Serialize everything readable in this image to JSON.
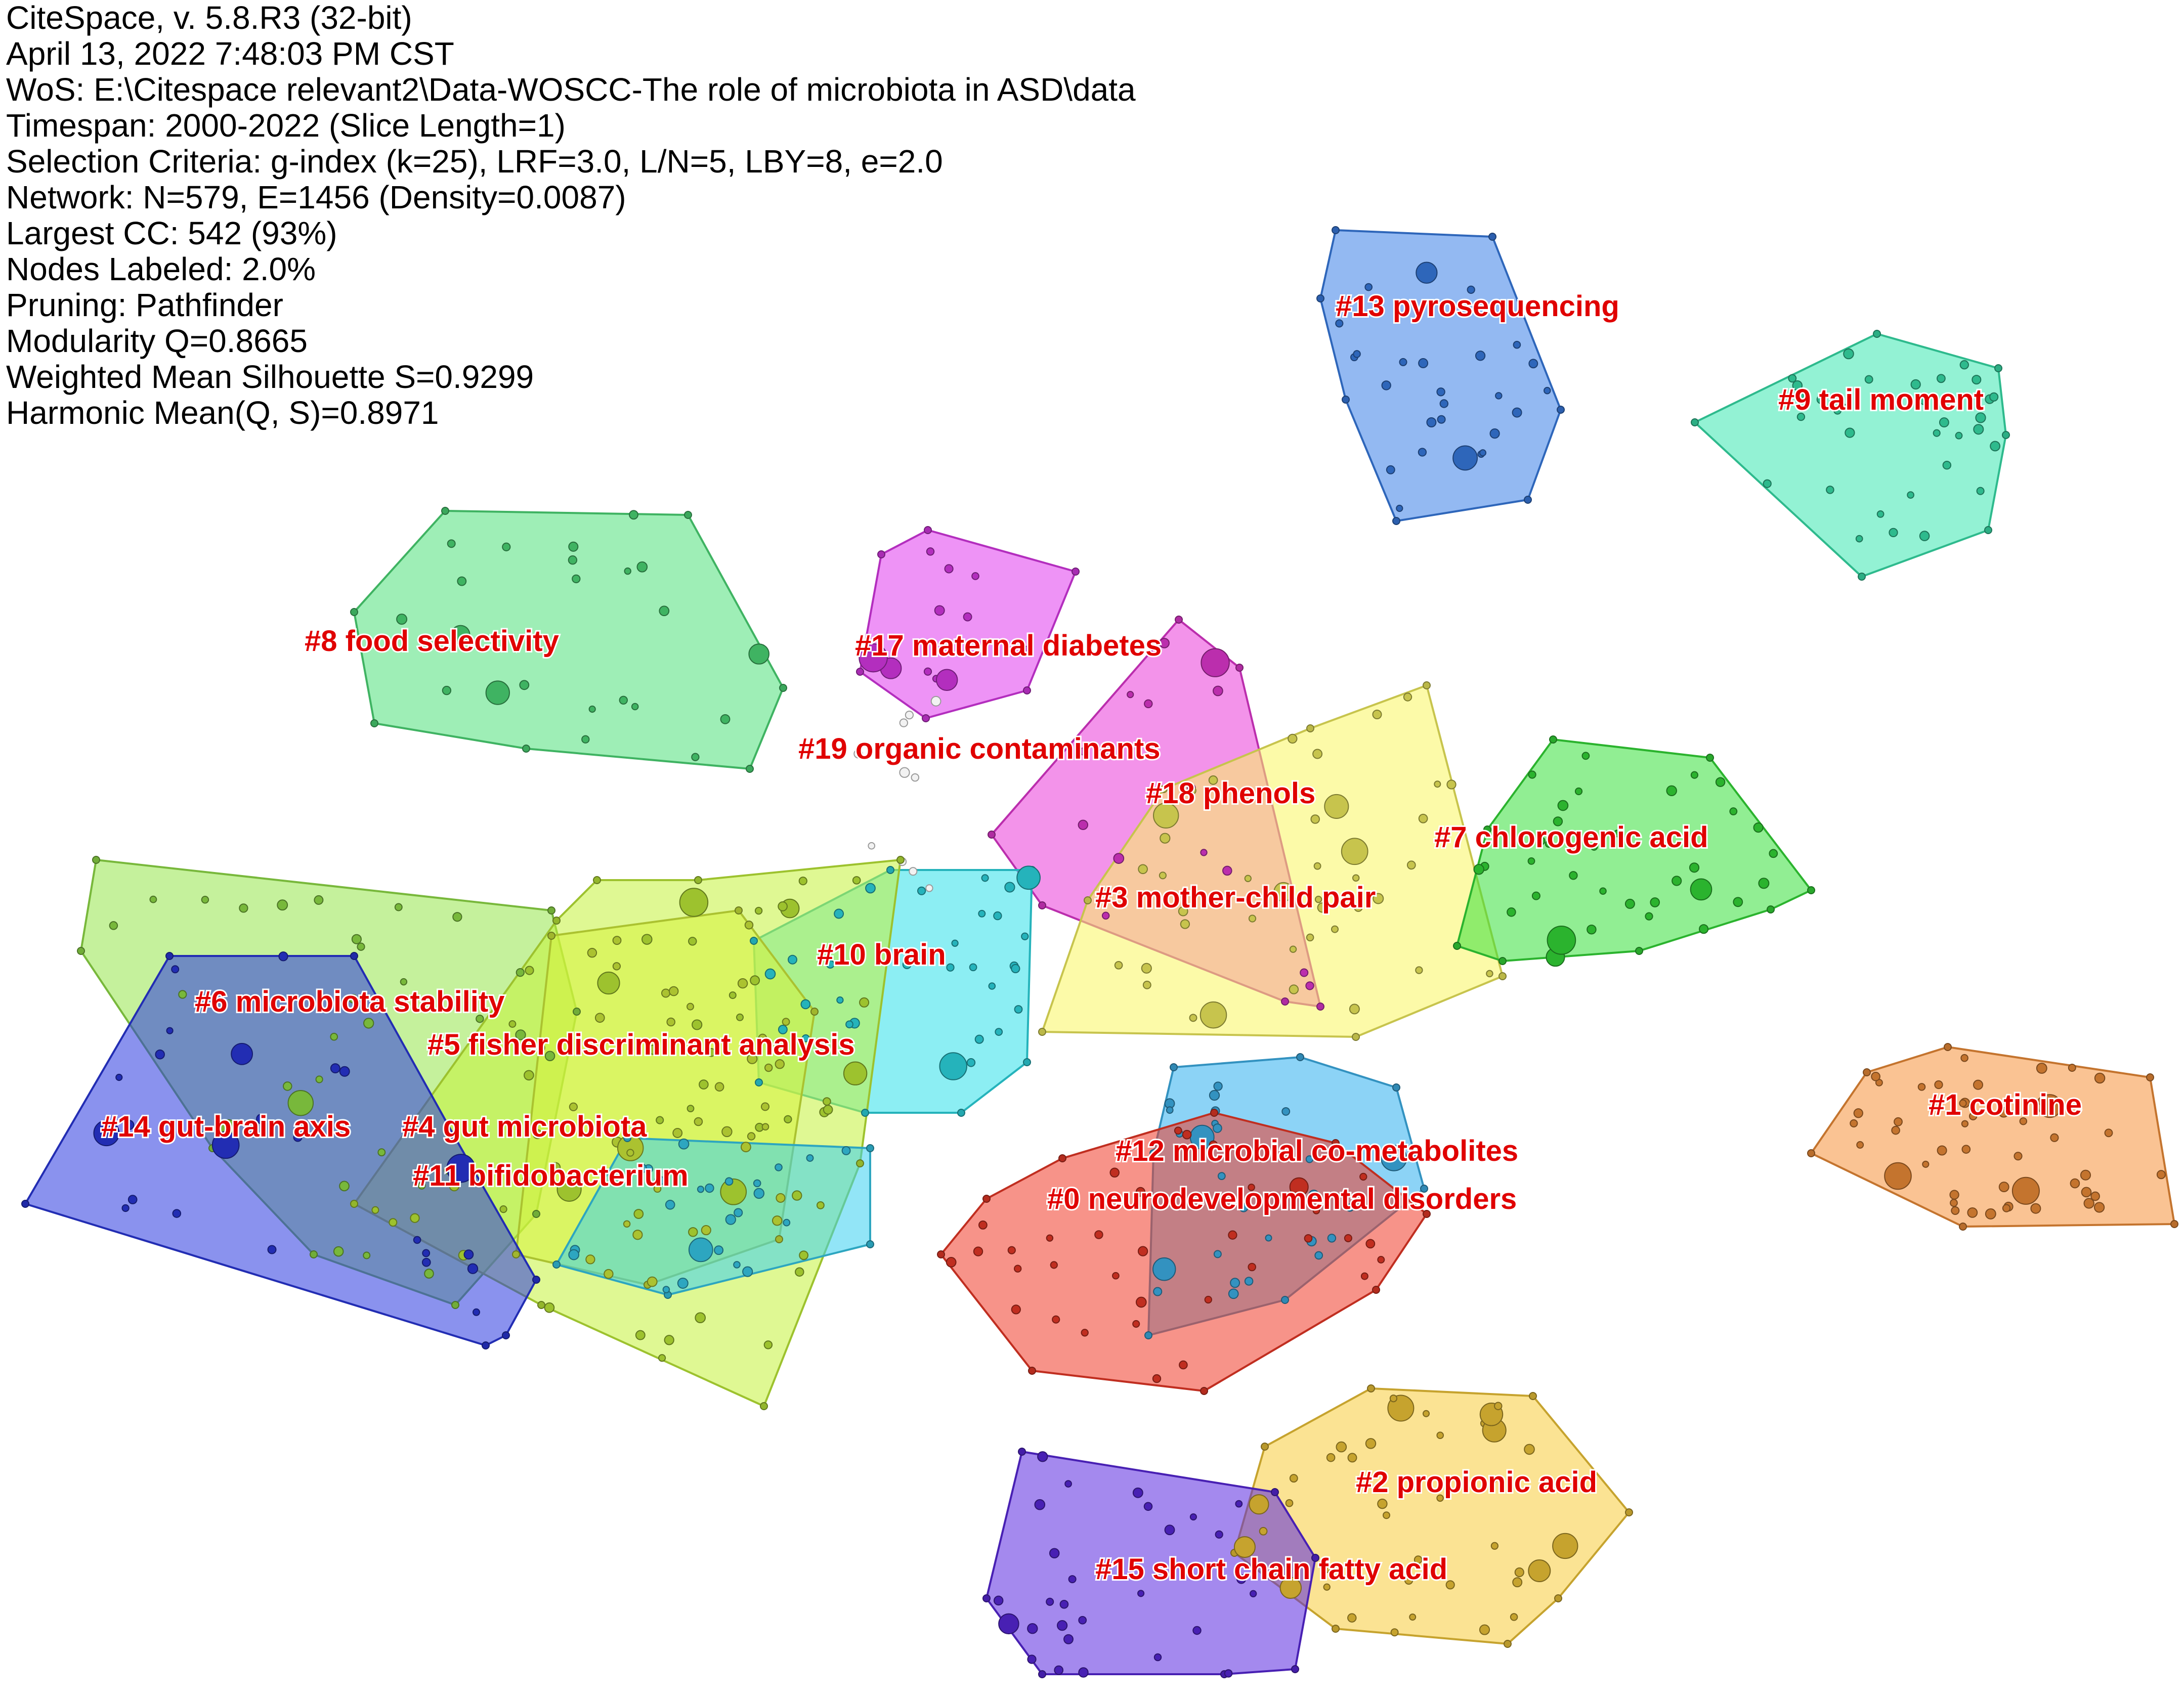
{
  "header": {
    "lines": [
      "CiteSpace, v. 5.8.R3 (32-bit)",
      "April 13, 2022 7:48:03 PM CST",
      "WoS: E:\\Citespace relevant2\\Data-WOSCC-The role of microbiota in ASD\\data",
      "Timespan: 2000-2022 (Slice Length=1)",
      "Selection Criteria: g-index (k=25), LRF=3.0, L/N=5, LBY=8, e=2.0",
      "Network: N=579, E=1456 (Density=0.0087)",
      "Largest CC: 542 (93%)",
      "Nodes Labeled: 2.0%",
      "Pruning: Pathfinder",
      "Modularity Q=0.8665",
      "Weighted Mean Silhouette S=0.9299",
      "Harmonic Mean(Q, S)=0.8971"
    ]
  },
  "clusters": [
    {
      "id": 0,
      "label": "#0 neurodevelopmental disorders",
      "color": "#f03a28"
    },
    {
      "id": 1,
      "label": "#1 cotinine",
      "color": "#f5913a"
    },
    {
      "id": 2,
      "label": "#2 propionic acid",
      "color": "#f7cc3a"
    },
    {
      "id": 3,
      "label": "#3 mother-child pair",
      "color": "#f9f560"
    },
    {
      "id": 4,
      "label": "#4 gut microbiota",
      "color": "#d6f23c"
    },
    {
      "id": 5,
      "label": "#5 fisher discriminant analysis",
      "color": "#c4f23a"
    },
    {
      "id": 6,
      "label": "#6 microbiota stability",
      "color": "#96e64a"
    },
    {
      "id": 7,
      "label": "#7 chlorogenic acid",
      "color": "#36e03a"
    },
    {
      "id": 8,
      "label": "#8 food selectivity",
      "color": "#4fe07a"
    },
    {
      "id": 9,
      "label": "#9 tail moment",
      "color": "#3ae8b0"
    },
    {
      "id": 10,
      "label": "#10 brain",
      "color": "#2ee0ea"
    },
    {
      "id": 11,
      "label": "#11 bifidobacterium",
      "color": "#38d0f0"
    },
    {
      "id": 12,
      "label": "#12 microbial co-metabolites",
      "color": "#40b6f0"
    },
    {
      "id": 13,
      "label": "#13 pyrosequencing",
      "color": "#3a7fe8"
    },
    {
      "id": 14,
      "label": "#14 gut-brain axis",
      "color": "#2a38e0"
    },
    {
      "id": 15,
      "label": "#15 short chain fatty acid",
      "color": "#5a28e0"
    },
    {
      "id": 17,
      "label": "#17 maternal diabetes",
      "color": "#e03aee"
    },
    {
      "id": 18,
      "label": "#18 phenols",
      "color": "#ea3ad8"
    },
    {
      "id": 19,
      "label": "#19 organic contaminants",
      "color": "#b0b0b0"
    }
  ]
}
